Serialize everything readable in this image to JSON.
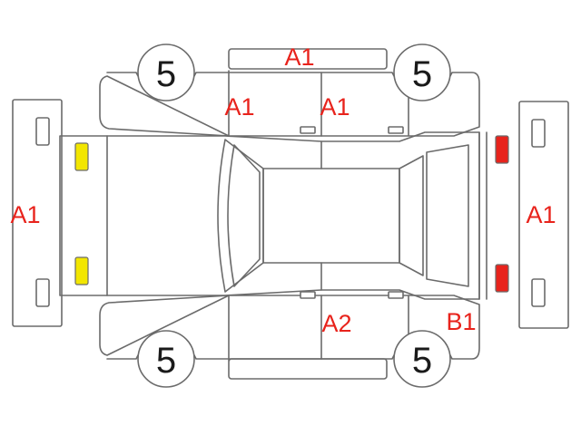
{
  "colors": {
    "outline": "#6b6b6b",
    "code_text": "#e8231c",
    "front_lamp": "#f2e600",
    "rear_lamp": "#e8231c"
  },
  "wheels": {
    "front_left": "5",
    "rear_left": "5",
    "front_right": "5",
    "rear_right": "5"
  },
  "codes": {
    "roof_top_panel": "A1",
    "front_door_top": "A1",
    "rear_door_top": "A1",
    "front_bumper": "A1",
    "rear_bumper": "A1",
    "rear_door_bottom": "A2",
    "rear_fender_bottom": "B1"
  }
}
